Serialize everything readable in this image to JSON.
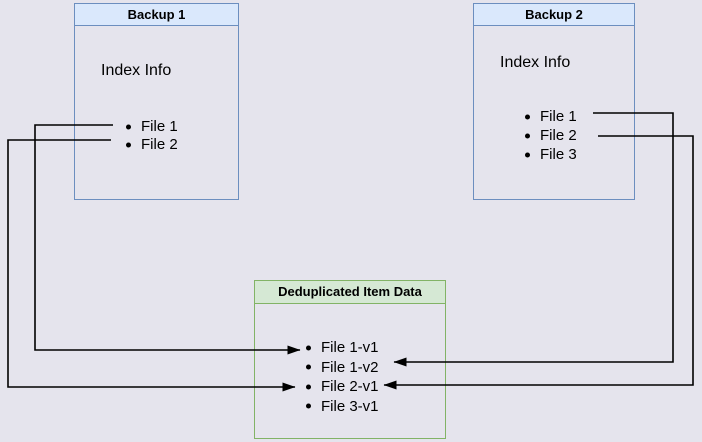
{
  "diagram": {
    "boxes": {
      "backup1": {
        "title": "Backup 1",
        "heading": "Index Info",
        "items": [
          "File 1",
          "File 2"
        ]
      },
      "backup2": {
        "title": "Backup 2",
        "heading": "Index Info",
        "items": [
          "File 1",
          "File 2",
          "File 3"
        ]
      },
      "dedup": {
        "title": "Deduplicated Item Data",
        "items": [
          "File 1-v1",
          "File 1-v2",
          "File 2-v1",
          "File 3-v1"
        ]
      }
    },
    "connections": [
      {
        "from": "Backup 1 / File 1",
        "to": "Deduplicated Item Data / File 1-v1",
        "route": "left"
      },
      {
        "from": "Backup 1 / File 2",
        "to": "Deduplicated Item Data / File 2-v1",
        "route": "left"
      },
      {
        "from": "Backup 2 / File 1",
        "to": "Deduplicated Item Data / File 1-v2",
        "route": "right"
      },
      {
        "from": "Backup 2 / File 2",
        "to": "Deduplicated Item Data / File 2-v1",
        "route": "right"
      }
    ],
    "colors": {
      "background": "#e5e4ed",
      "backup_fill": "#dae8fc",
      "backup_border": "#6c8ebf",
      "dedup_fill": "#d5e8d4",
      "dedup_border": "#82b366",
      "connector": "#000000",
      "text": "#000000"
    }
  }
}
